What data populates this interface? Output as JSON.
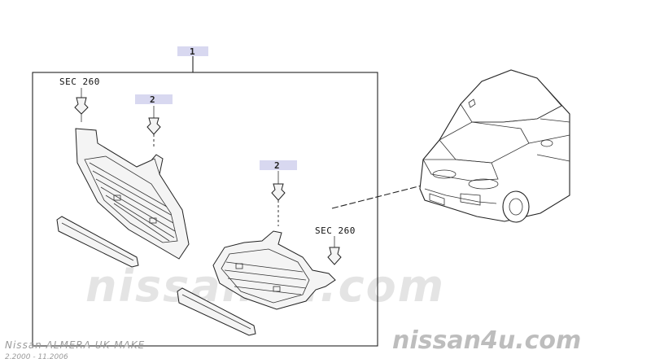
{
  "diagram": {
    "assembly_callout": "1",
    "part_callout_left": "2",
    "part_callout_right": "2",
    "ref_label_left": "SEC 260",
    "ref_label_right": "SEC 260"
  },
  "watermark": {
    "center_text": "nissan4u.com",
    "brand_text": "nissan4u.com",
    "model_text": "Nissan ALMERA UK MAKE",
    "date_range": "2.2000 - 11.2006"
  },
  "colors": {
    "callout_background": "#d8d8f0",
    "line": "#222222",
    "watermark": "#bdbdbd"
  }
}
